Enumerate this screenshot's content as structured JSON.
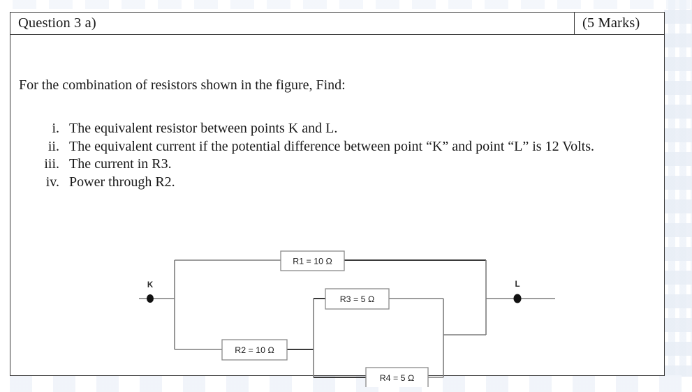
{
  "header": {
    "question_title": "Question 3 a)",
    "marks": "(5 Marks)"
  },
  "body": {
    "intro": "For the combination of resistors shown in the figure, Find:",
    "requirements": [
      {
        "marker": "i.",
        "text": "The equivalent resistor between points K and L."
      },
      {
        "marker": "ii.",
        "text": "The equivalent current if the potential difference between point “K” and point “L” is 12 Volts."
      },
      {
        "marker": "iii.",
        "text": "The current in R3."
      },
      {
        "marker": "iv.",
        "text": "Power through R2."
      }
    ]
  },
  "circuit": {
    "nodes": [
      {
        "id": "K",
        "label": "K"
      },
      {
        "id": "L",
        "label": "L"
      }
    ],
    "resistors": [
      {
        "id": "R1",
        "label": "R1 = 10 Ω",
        "name": "R1",
        "value": 10,
        "unit": "Ω"
      },
      {
        "id": "R2",
        "label": "R2 = 10 Ω",
        "name": "R2",
        "value": 10,
        "unit": "Ω"
      },
      {
        "id": "R3",
        "label": "R3 = 5 Ω",
        "name": "R3",
        "value": 5,
        "unit": "Ω"
      },
      {
        "id": "R4",
        "label": "R4 = 5 Ω",
        "name": "R4",
        "value": 5,
        "unit": "Ω"
      }
    ],
    "colors": {
      "wire": "#7d7d7d",
      "wire_dark": "#3a3a3a",
      "box_border": "#8a8a8a",
      "node_fill": "#111111"
    }
  }
}
